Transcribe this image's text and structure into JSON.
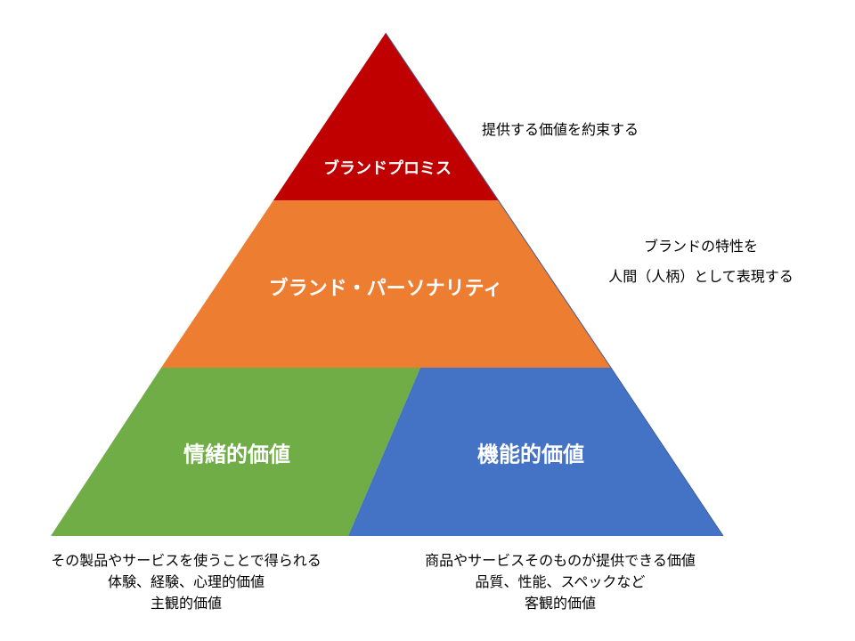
{
  "colors": {
    "promise": "#c00000",
    "personality": "#ed7d31",
    "emotional": "#70ad47",
    "functional": "#4472c4",
    "outline": "#3f5f9a"
  },
  "layers": {
    "promise": "ブランドプロミス",
    "personality": "ブランド・パーソナリティ",
    "emotional": "情緒的価値",
    "functional": "機能的価値"
  },
  "annotations": {
    "promise": "提供する価値を約束する",
    "personality": [
      "ブランドの特性を",
      "人間（人柄）として表現する"
    ]
  },
  "captions": {
    "emotional": [
      "その製品やサービスを使うことで得られる",
      "体験、経験、心理的価値",
      "主観的価値"
    ],
    "functional": [
      "商品やサービスそのものが提供できる価値",
      "品質、性能、スペックなど",
      "客観的価値"
    ]
  }
}
